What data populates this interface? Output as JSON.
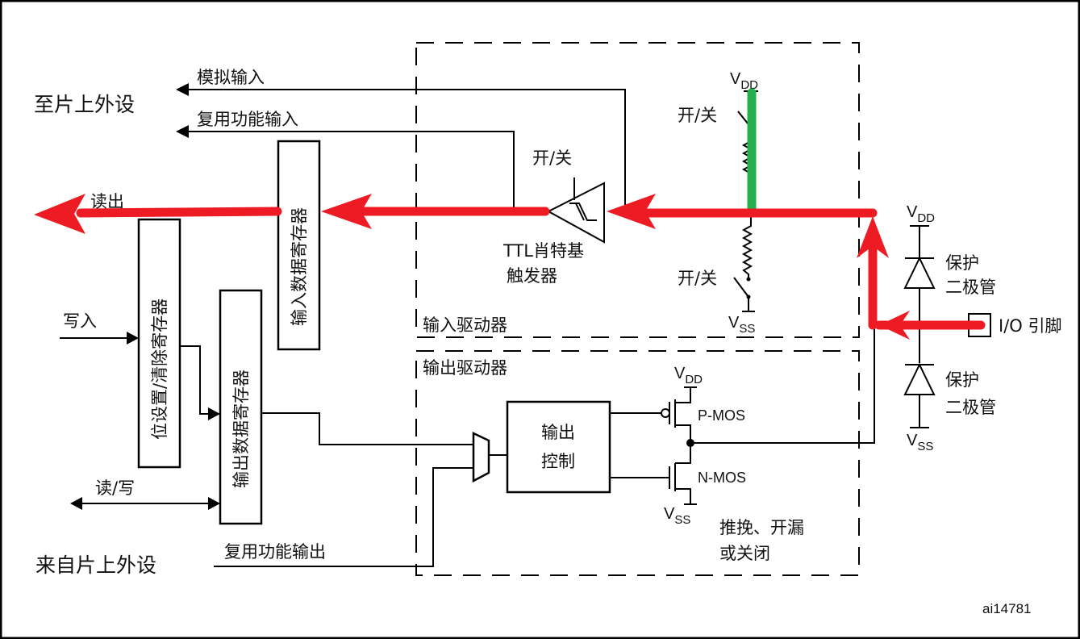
{
  "diagram": {
    "title_top_left": "至片上外设",
    "title_bottom_left": "来自片上外设",
    "figure_id": "ai14781",
    "signals": {
      "analog_input": "模拟输入",
      "alt_func_input": "复用功能输入",
      "read_out": "读出",
      "write_in": "写入",
      "read_write": "读/写",
      "alt_func_output": "复用功能输出"
    },
    "registers": {
      "input_data": "输入数据寄存器",
      "bit_set_reset": "位设置/清除寄存器",
      "output_data": "输出数据寄存器"
    },
    "input_driver": {
      "label": "输入驱动器",
      "schmitt_label_line1": "TTL肖特基",
      "schmitt_label_line2": "触发器",
      "schmitt_switch": "开/关",
      "pullup_switch": "开/关",
      "pulldown_switch": "开/关",
      "vdd": "V",
      "vdd_sub": "DD",
      "vss": "V",
      "vss_sub": "SS"
    },
    "output_driver": {
      "label": "输出驱动器",
      "control_line1": "输出",
      "control_line2": "控制",
      "pmos": "P-MOS",
      "nmos": "N-MOS",
      "vdd": "V",
      "vdd_sub": "DD",
      "vss": "V",
      "vss_sub": "SS",
      "mode_line1": "推挽、开漏",
      "mode_line2": "或关闭"
    },
    "protection": {
      "top_line1": "保护",
      "top_line2": "二极管",
      "bottom_line1": "保护",
      "bottom_line2": "二极管",
      "vdd": "V",
      "vdd_sub": "DD",
      "vss": "V",
      "vss_sub": "SS"
    },
    "io_pin": "I/O 引脚",
    "highlight_colors": {
      "read_path": "#ed1c24",
      "pullup_path": "#22b14c"
    }
  }
}
